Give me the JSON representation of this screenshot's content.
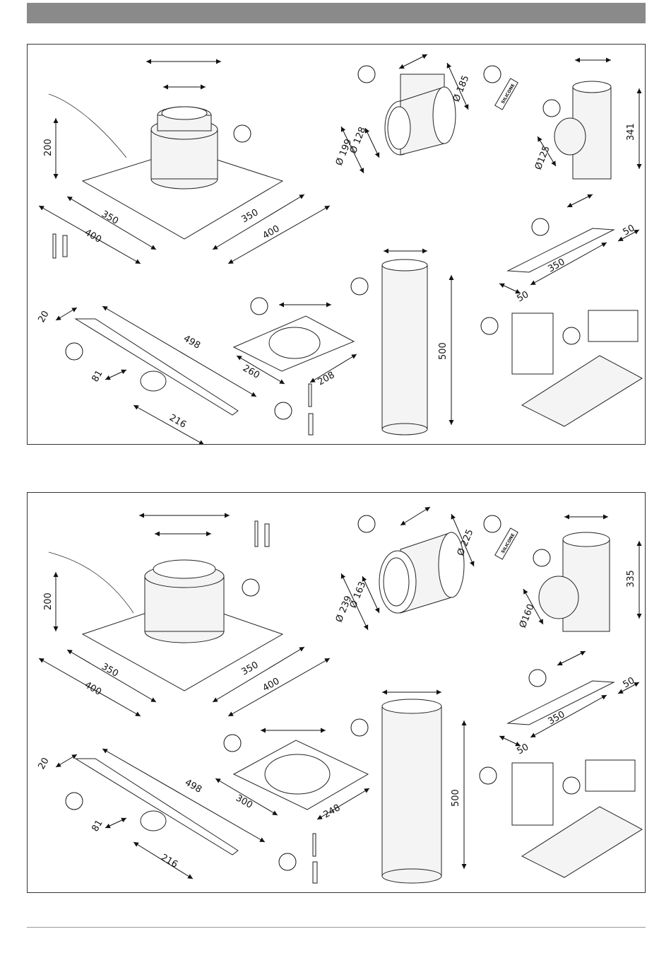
{
  "header": {
    "color": "#8a8a8a"
  },
  "panels": [
    {
      "roof_plate": {
        "height": "200",
        "left_inner": "350",
        "left_outer": "400",
        "right_inner": "350",
        "right_outer": "400"
      },
      "bracket": {
        "width": "20",
        "length": "498",
        "depth": "81",
        "span": "216"
      },
      "flange_plate": {
        "width": "260",
        "depth": "208"
      },
      "adapter": {
        "d_inner": "Ø 128",
        "d_outer": "Ø 199",
        "d_mid": "Ø 185"
      },
      "silicone_label": "SILICONE",
      "tee": {
        "diameter": "Ø125",
        "height": "341"
      },
      "rail": {
        "length": "350",
        "end_a": "50",
        "end_b": "50"
      },
      "pipe": {
        "length": "500"
      }
    },
    {
      "roof_plate": {
        "height": "200",
        "left_inner": "350",
        "left_outer": "400",
        "right_inner": "350",
        "right_outer": "400"
      },
      "bracket": {
        "width": "20",
        "length": "498",
        "depth": "81",
        "span": "216"
      },
      "flange_plate": {
        "width": "300",
        "depth": "248"
      },
      "adapter": {
        "d_inner": "Ø 163",
        "d_outer": "Ø 239",
        "d_mid": "Ø 225"
      },
      "silicone_label": "SILICONE",
      "tee": {
        "diameter": "Ø160",
        "height": "335"
      },
      "rail": {
        "length": "350",
        "end_a": "50",
        "end_b": "50"
      },
      "pipe": {
        "length": "500"
      }
    }
  ]
}
